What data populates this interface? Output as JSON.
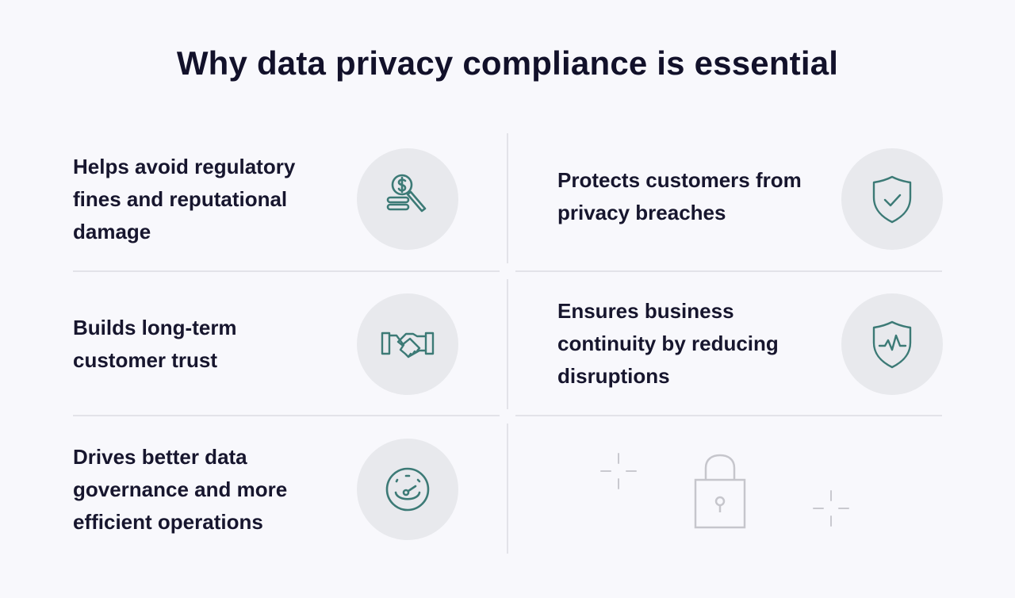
{
  "page": {
    "title": "Why data privacy compliance is essential"
  },
  "colors": {
    "background": "#f8f8fc",
    "text": "#17162e",
    "icon_stroke": "#3c7a76",
    "icon_circle": "#e8e9ed",
    "divider": "#e3e3e9",
    "lock_decoration": "#c6c6cc"
  },
  "items": [
    {
      "text": "Helps avoid regulatory fines and reputational damage",
      "icon": "dollar-coin-magnifier-icon"
    },
    {
      "text": "Protects customers from privacy breaches",
      "icon": "shield-check-icon"
    },
    {
      "text": "Builds long-term customer trust",
      "icon": "handshake-icon"
    },
    {
      "text": "Ensures business continuity by reducing disruptions",
      "icon": "shield-pulse-icon"
    },
    {
      "text": "Drives better data governance and more efficient operations",
      "icon": "gauge-icon"
    }
  ],
  "decoration": {
    "icon": "padlock-icon",
    "sparkles": [
      "sparkle-icon",
      "sparkle-icon"
    ]
  }
}
